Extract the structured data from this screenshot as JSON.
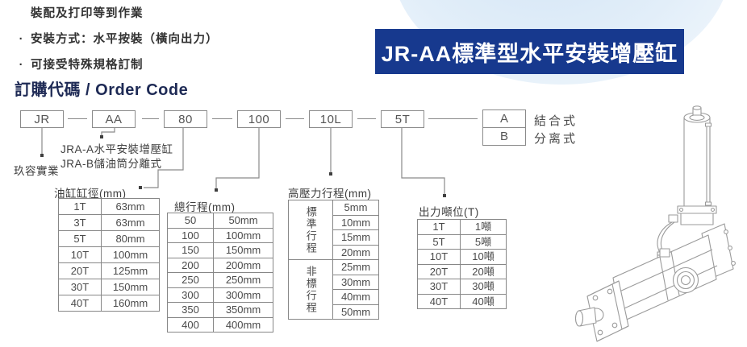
{
  "colors": {
    "banner_bg": "#17398e",
    "heading": "#1e2a55",
    "arc_blue": "#d3e5f5"
  },
  "intro": {
    "items": [
      {
        "marker": "",
        "text": "裝配及打印等到作業"
      },
      {
        "marker": "·",
        "text": "安裝方式：水平按裝（橫向出力）"
      },
      {
        "marker": "·",
        "text": "可接受特殊規格訂制"
      }
    ]
  },
  "banner": {
    "title": "JR-AA標準型水平安裝增壓缸"
  },
  "section": {
    "title": "訂購代碼 / Order Code"
  },
  "order_code": {
    "boxes": [
      "JR",
      "AA",
      "80",
      "100",
      "10L",
      "5T"
    ],
    "variants": [
      {
        "code": "A",
        "label": "結合式"
      },
      {
        "code": "B",
        "label": "分离式"
      }
    ],
    "jr_note": "玖容實業",
    "aa_notes": [
      "JRA-A水平安裝增壓缸",
      "JRA-B儲油筒分離式"
    ]
  },
  "tables": {
    "bore": {
      "title": "油缸缸徑(mm)",
      "rows": [
        [
          "1T",
          "63mm"
        ],
        [
          "3T",
          "63mm"
        ],
        [
          "5T",
          "80mm"
        ],
        [
          "10T",
          "100mm"
        ],
        [
          "20T",
          "125mm"
        ],
        [
          "30T",
          "150mm"
        ],
        [
          "40T",
          "160mm"
        ]
      ]
    },
    "stroke": {
      "title": "總行程(mm)",
      "rows": [
        [
          "50",
          "50mm"
        ],
        [
          "100",
          "100mm"
        ],
        [
          "150",
          "150mm"
        ],
        [
          "200",
          "200mm"
        ],
        [
          "250",
          "250mm"
        ],
        [
          "300",
          "300mm"
        ],
        [
          "350",
          "350mm"
        ],
        [
          "400",
          "400mm"
        ]
      ]
    },
    "hp_stroke": {
      "title": "高壓力行程(mm)",
      "groups": [
        {
          "label": "標準行程",
          "values": [
            "5mm",
            "10mm",
            "15mm",
            "20mm"
          ]
        },
        {
          "label": "非標行程",
          "values": [
            "25mm",
            "30mm",
            "40mm",
            "50mm"
          ]
        }
      ]
    },
    "tonnage": {
      "title": "出力噸位(T)",
      "rows": [
        [
          "1T",
          "1噸"
        ],
        [
          "5T",
          "5噸"
        ],
        [
          "10T",
          "10噸"
        ],
        [
          "20T",
          "20噸"
        ],
        [
          "30T",
          "30噸"
        ],
        [
          "40T",
          "40噸"
        ]
      ]
    }
  }
}
